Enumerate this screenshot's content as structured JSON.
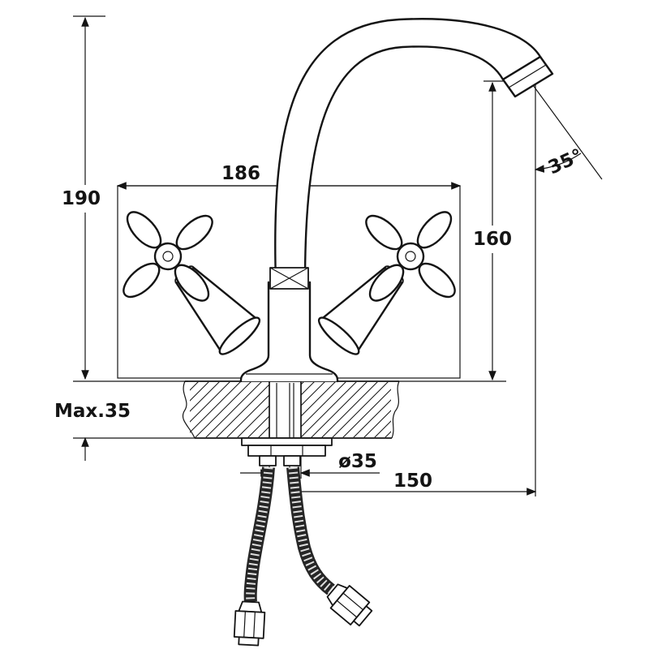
{
  "colors": {
    "line": "#141414",
    "background": "#ffffff",
    "hose": "#262626"
  },
  "dimensions": {
    "total_height": "190",
    "body_width": "186",
    "outlet_height": "160",
    "outlet_angle": "35°",
    "max_counter_thickness": "Max.35",
    "hole_diameter": "ø35",
    "spout_reach": "150"
  }
}
